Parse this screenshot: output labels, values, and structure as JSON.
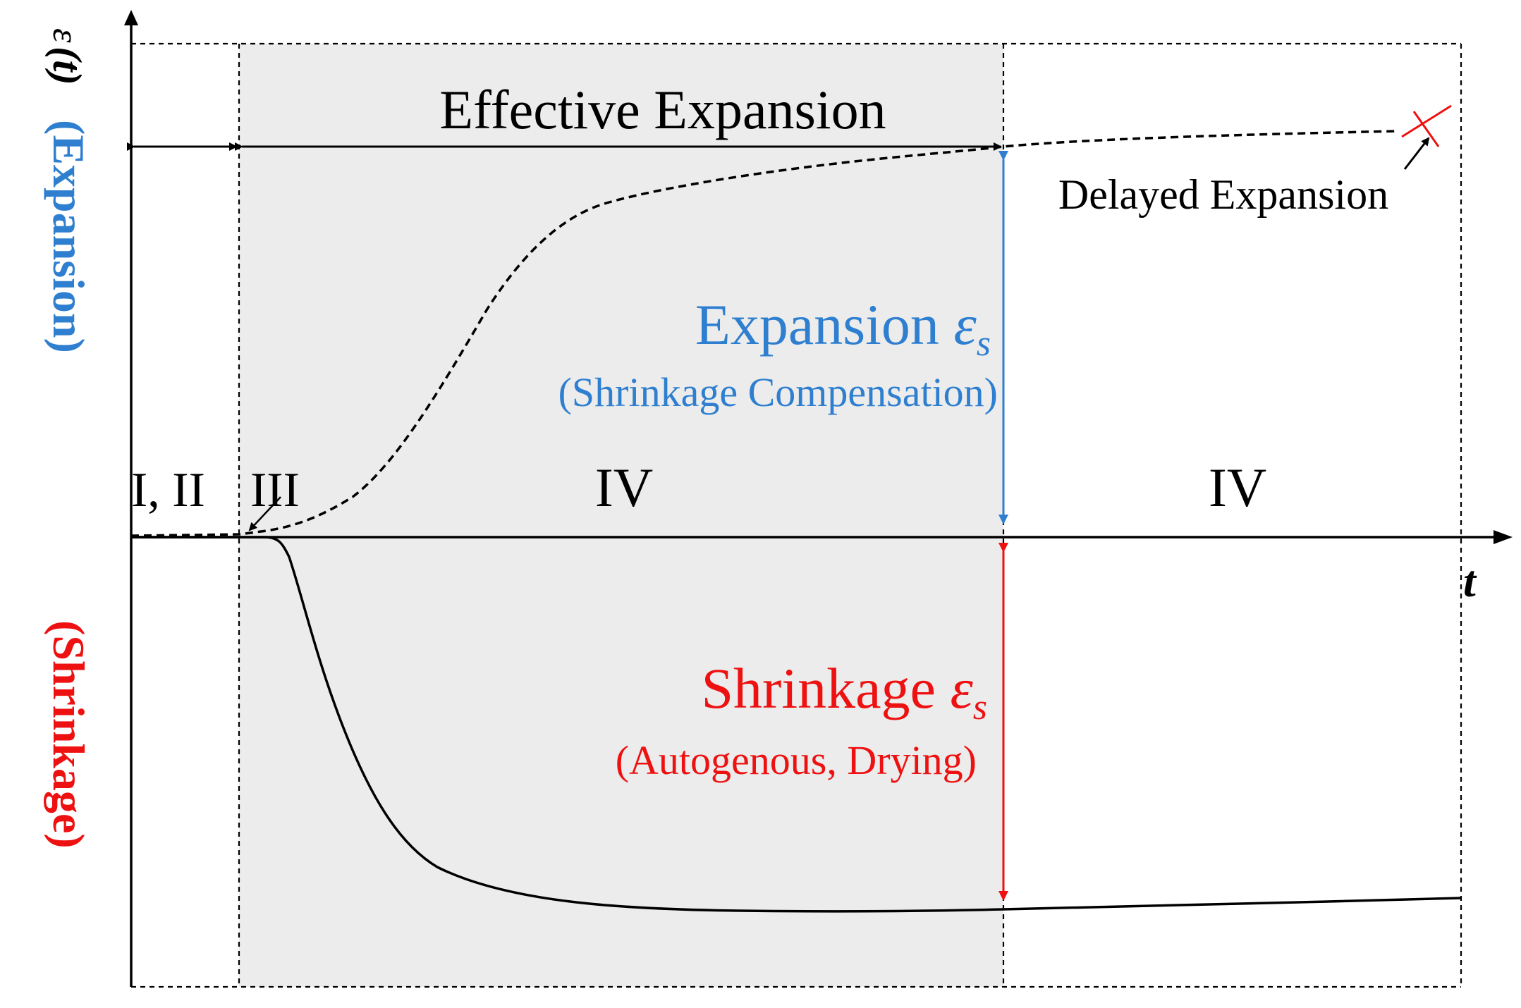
{
  "axes": {
    "y_label_var": "ε",
    "y_label_sub": "(t)",
    "y_label_expansion": "(Expansion)",
    "y_label_shrinkage": "(Shrinkage)",
    "x_label": "t"
  },
  "regions": {
    "effective_expansion": "Effective Expansion",
    "delayed_expansion": "Delayed Expansion",
    "stage_1_2": "I, II",
    "stage_3": "III",
    "stage_4_left": "IV",
    "stage_4_right": "IV"
  },
  "annotations": {
    "expansion_title": "Expansion ",
    "expansion_eps": "ε",
    "expansion_sub": "s",
    "expansion_note": "(Shrinkage Compensation)",
    "shrinkage_title": "Shrinkage ",
    "shrinkage_eps": "ε",
    "shrinkage_sub": "s",
    "shrinkage_note": "(Autogenous, Drying)"
  },
  "colors": {
    "expansion": "#2f7fd0",
    "shrinkage": "#ee1111",
    "shade": "#ececec",
    "line": "#000000"
  }
}
